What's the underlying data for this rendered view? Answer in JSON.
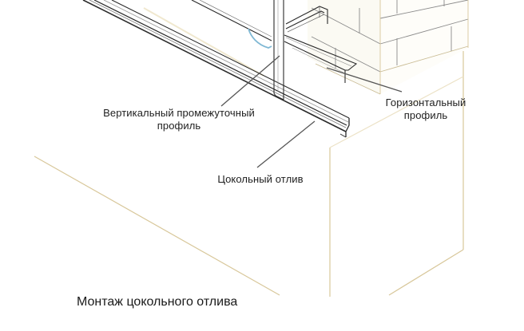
{
  "diagram": {
    "title": "Монтаж цокольного отлива",
    "labels": {
      "vertical_profile": {
        "line1": "Вертикальный промежуточный",
        "line2": "профиль"
      },
      "horizontal_profile": {
        "line1": "Горизонтальный",
        "line2": "профиль"
      },
      "plinth_sill": {
        "line1": "Цокольный отлив"
      }
    },
    "colors": {
      "profile_stroke": "#2a2a2a",
      "leader_line": "#555555",
      "wall_outline": "#d8c79a",
      "brick_line": "#8a8a8a",
      "wire": "#7fb8d4",
      "background": "#ffffff"
    }
  }
}
